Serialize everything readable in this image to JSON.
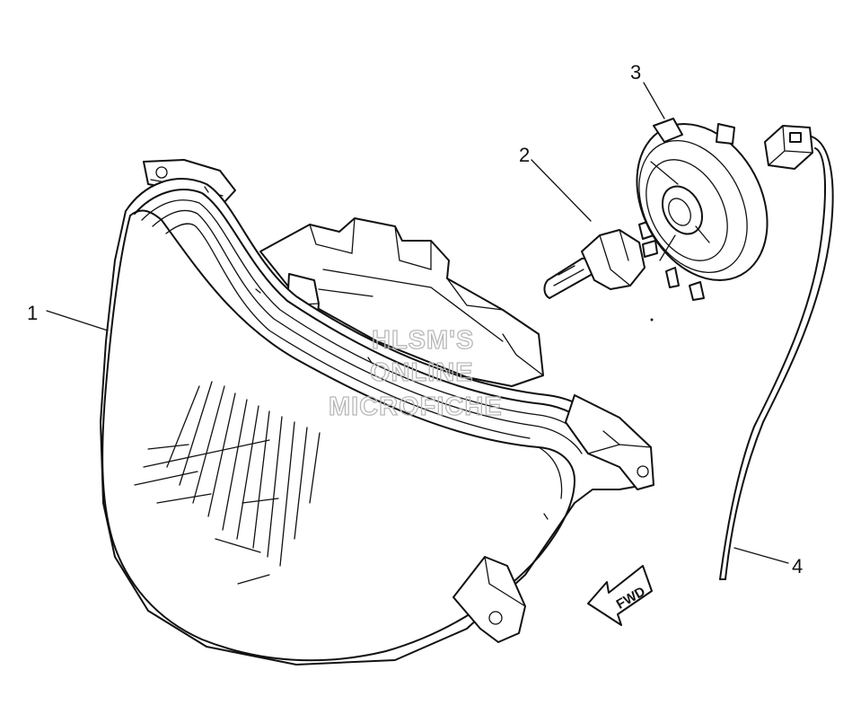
{
  "callouts": [
    {
      "id": "1",
      "label": "1"
    },
    {
      "id": "2",
      "label": "2"
    },
    {
      "id": "3",
      "label": "3"
    },
    {
      "id": "4",
      "label": "4"
    }
  ],
  "watermark": {
    "line1": "HLSM'S",
    "line2": "ONLINE",
    "line3": "MICROFICHE"
  },
  "direction_arrow": {
    "label": "FWD"
  },
  "colors": {
    "line": "#111111",
    "background": "#ffffff",
    "watermark": "#b8b8b8"
  }
}
